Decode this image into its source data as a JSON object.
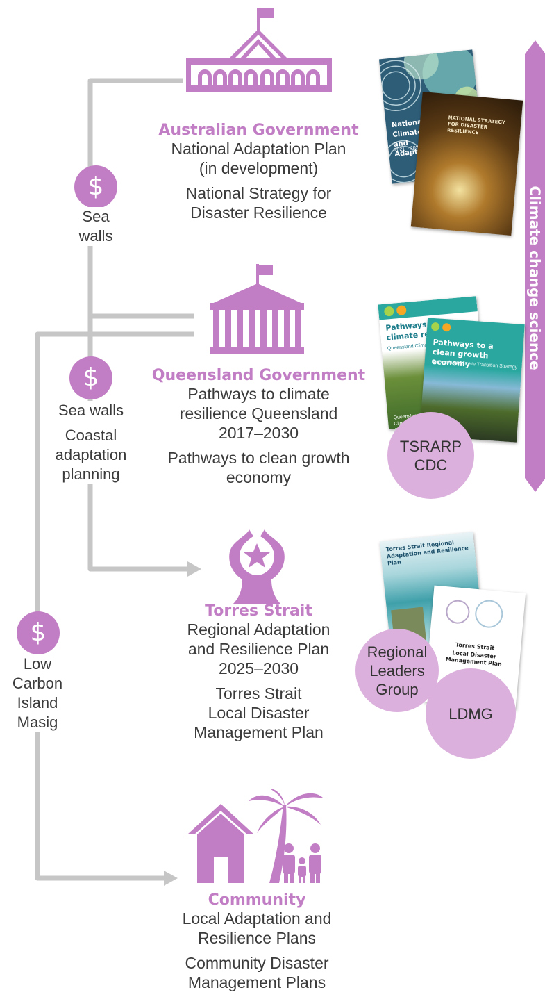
{
  "side_bar": {
    "label": "Climate change science",
    "color": "#c27ec4"
  },
  "colors": {
    "accent": "#c27ec4",
    "bubble": "#dcb0dd",
    "connector": "#c6c6c6",
    "text": "#3b3b3b"
  },
  "levels": {
    "australia": {
      "icon": "parliament-house-icon",
      "title": "Australian Government",
      "lines": [
        "National Adaptation Plan",
        "(in development)"
      ],
      "lines2": [
        "National Strategy for",
        "Disaster Resilience"
      ]
    },
    "queensland": {
      "icon": "government-building-icon",
      "title": "Queensland Government",
      "lines": [
        "Pathways to climate",
        "resilience Queensland",
        "2017–2030"
      ],
      "lines2": [
        "Pathways to clean growth",
        "economy"
      ]
    },
    "torres": {
      "icon": "torres-strait-flag-icon",
      "title": "Torres Strait",
      "lines": [
        "Regional Adaptation",
        "and Resilience Plan",
        "2025–2030"
      ],
      "lines2": [
        "Torres Strait",
        "Local Disaster",
        "Management Plan"
      ]
    },
    "community": {
      "icon": "community-house-palm-family-icon",
      "title": "Community",
      "lines": [
        "Local Adaptation and",
        "Resilience Plans"
      ],
      "lines2": [
        "Community Disaster",
        "Management Plans"
      ]
    }
  },
  "funding": {
    "a": {
      "icon": "dollar-icon",
      "symbol": "$",
      "lines": [
        "Sea",
        "walls"
      ]
    },
    "b": {
      "icon": "dollar-icon",
      "symbol": "$",
      "lines": [
        "Sea walls"
      ],
      "lines2": [
        "Coastal",
        "adaptation",
        "planning"
      ]
    },
    "c": {
      "icon": "dollar-icon",
      "symbol": "$",
      "lines": [
        "Low",
        "Carbon",
        "Island",
        "Masig"
      ]
    }
  },
  "bubbles": {
    "tsrarp": [
      "TSRARP",
      "CDC"
    ],
    "rlg": [
      "Regional",
      "Leaders",
      "Group"
    ],
    "ldmg": [
      "LDMG"
    ]
  },
  "documents": {
    "nap_title": "National Climate and Adaptation",
    "nap_years": "2021 – 2025",
    "nsdr_title": "NATIONAL STRATEGY FOR DISASTER RESILIENCE",
    "qld1_title": "Pathways to a climate resilient Q",
    "qld1_sub": "Queensland Climate",
    "qld2_title": "Pathways to a clean growth economy",
    "qld2_sub": "Queensland Climate Transition Strategy",
    "qld_brand": "Queensland Climate Change",
    "tsrarp_title": "Torres Strait Regional Adaptation and Resilience Plan",
    "ldmp_title_1": "Torres Strait",
    "ldmp_title_2": "Local Disaster Management Plan"
  }
}
